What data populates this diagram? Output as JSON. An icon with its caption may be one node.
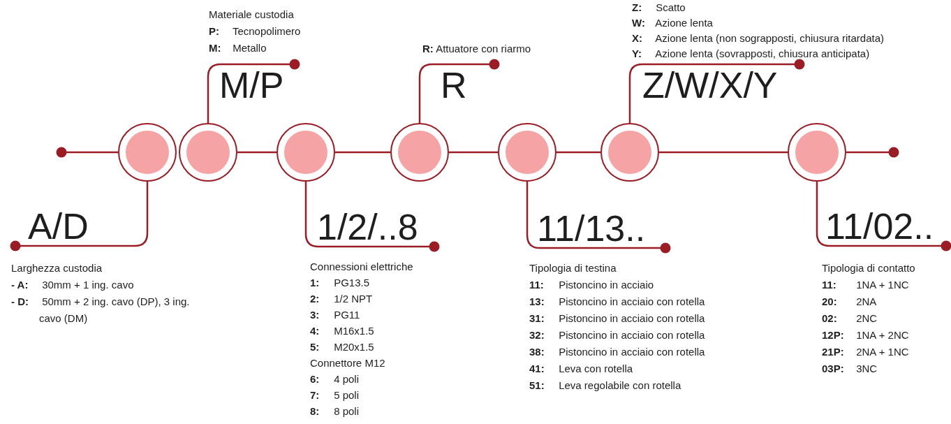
{
  "diagram": {
    "nodes": [
      {
        "text": [],
        "shape": "circle"
      },
      {
        "text": [],
        "shape": "circle"
      },
      {
        "text": [],
        "shape": "circle"
      },
      {
        "text": [],
        "shape": "circle"
      },
      {
        "text": [],
        "shape": "circle"
      },
      {
        "text": [],
        "shape": "circle"
      },
      {
        "text": [],
        "shape": "circle"
      },
      {
        "text": [
          "A/D"
        ],
        "beside": [
          "Larghezza custodia",
          "**- A:** 30mm + 1 ing. cavo",
          "**- D:** 50mm + 2 ing. cavo (DP), 3 ing. cavo (DM)"
        ]
      },
      {
        "text": [
          "M/P"
        ],
        "beside": [
          "Materiale custodia",
          "**P:** Tecnopolimero",
          "**M:** Metallo"
        ]
      },
      {
        "text": [
          "1/2/..8"
        ],
        "beside": [
          "Connessioni elettriche",
          "**1:** PG13.5",
          "**2:** 1/2 NPT",
          "**3:** PG11",
          "**4:** M16x1.5",
          "**5:** M20x1.5",
          "Connettore M12",
          "**6:** 4 poli",
          "**7:** 5 poli",
          "**8:** 8 poli"
        ]
      },
      {
        "text": [
          "R"
        ],
        "beside": [
          "**R:** Attuatore con riarmo"
        ]
      },
      {
        "text": [
          "11/13.."
        ],
        "beside": [
          "Tipologia di testina",
          "**11:** Pistoncino in acciaio",
          "**13:** Pistoncino in acciaio con rotella",
          "**31:** Pistoncino in acciaio con rotella",
          "**32:** Pistoncino in acciaio con rotella",
          "**38:** Pistoncino in acciaio con rotella",
          "**41:** Leva con rotella",
          "**51:** Leva regolabile con rotella"
        ]
      },
      {
        "text": [
          "Z/W/X/Y"
        ],
        "beside": [
          "**Z:** Scatto",
          "**W:** Azione lenta",
          "**X:** Azione lenta (non sograpposti, chiusura ritardata)",
          "**Y:** Azione lenta (sovrapposti, chiusura anticipata)"
        ]
      },
      {
        "text": [
          "11/02.."
        ],
        "beside": [
          "Tipologia di contatto",
          "**11:** 1NA + 1NC",
          "**20:** 2NA",
          "**02:** 2NC",
          "**12P:** 1NA + 2NC",
          "**21P:** 2NA + 1NC",
          "**03P:** 3NC"
        ]
      }
    ],
    "edges": [
      {
        "from": null,
        "to": 0,
        "arrow": "other"
      },
      {
        "from": 1,
        "to": 2,
        "arrow": "none"
      },
      {
        "from": 2,
        "to": 3,
        "arrow": "none"
      },
      {
        "from": 3,
        "to": 4,
        "arrow": "none"
      },
      {
        "from": 4,
        "to": 5,
        "arrow": "none"
      },
      {
        "from": 5,
        "to": 6,
        "arrow": "none"
      },
      {
        "from": 6,
        "to": null,
        "arrow": "other"
      },
      {
        "from": 0,
        "to": 7,
        "arrow": "other"
      },
      {
        "from": 1,
        "to": 8,
        "arrow": "other"
      },
      {
        "from": 2,
        "to": 9,
        "arrow": "other"
      },
      {
        "from": 3,
        "to": 10,
        "arrow": "other"
      },
      {
        "from": 4,
        "to": 11,
        "arrow": "other"
      },
      {
        "from": 5,
        "to": 12,
        "arrow": "other"
      },
      {
        "from": 6,
        "to": 13,
        "arrow": "other"
      }
    ]
  }
}
